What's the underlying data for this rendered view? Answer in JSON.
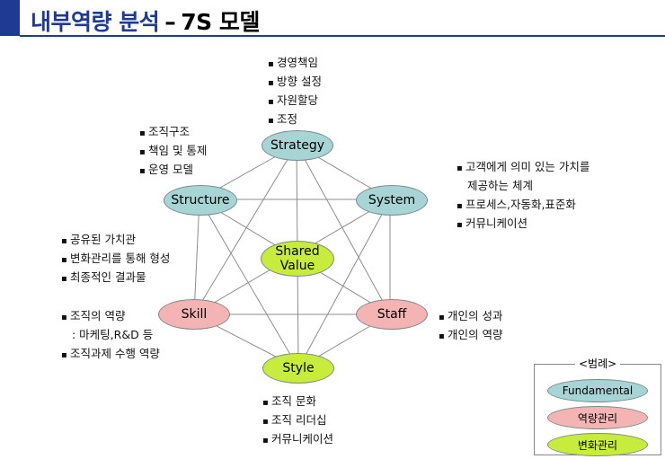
{
  "header": {
    "title": "내부역량 분석",
    "dash": "–",
    "subtitle": "7S 모델"
  },
  "nodes": {
    "strategy": "Strategy",
    "structure": "Structure",
    "system": "System",
    "shared_value_line1": "Shared",
    "shared_value_line2": "Value",
    "skill": "Skill",
    "staff": "Staff",
    "style": "Style"
  },
  "notes": {
    "strategy": [
      "경영책임",
      "방향 설정",
      "자원할당",
      "조정"
    ],
    "structure": [
      "조직구조",
      "책임 및 통제",
      "운영 모델"
    ],
    "system": [
      "고객에게 의미 있는 가치를",
      "제공하는 체계",
      "프로세스,자동화,표준화",
      "커뮤니케이션"
    ],
    "shared_value": [
      "공유된 가치관",
      "변화관리를 통해 형성",
      "최종적인 결과물"
    ],
    "skill": [
      "조직의 역량",
      ": 마케팅,R&D 등",
      "조직과제 수행 역량"
    ],
    "staff": [
      "개인의 성과",
      "개인의 역량"
    ],
    "style": [
      "조직 문화",
      "조직 리더십",
      "커뮤니케이션"
    ]
  },
  "legend": {
    "title": "<범례>",
    "fundamental": "Fundamental",
    "capability": "역량관리",
    "change": "변화관리"
  },
  "colors": {
    "fundamental": "#a7d4d4",
    "capability": "#f5b4b4",
    "change": "#c8ec3c",
    "brand": "#1f3a93"
  }
}
